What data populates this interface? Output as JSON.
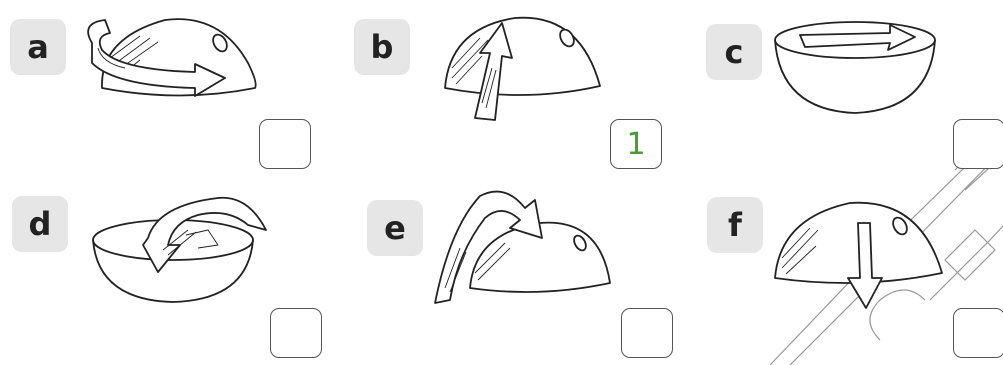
{
  "items": [
    {
      "label": "a",
      "answer": ""
    },
    {
      "label": "b",
      "answer": "1"
    },
    {
      "label": "c",
      "answer": ""
    },
    {
      "label": "d",
      "answer": ""
    },
    {
      "label": "e",
      "answer": ""
    },
    {
      "label": "f",
      "answer": ""
    }
  ],
  "colors": {
    "label_bg": "#e6e6e6",
    "answer_ink": "#4a9a3a",
    "line": "#222222"
  },
  "icons": [
    "dome-rotate-arrow-icon",
    "dome-up-arrow-icon",
    "bowl-arrow-icon",
    "bowl-flip-arrow-icon",
    "dome-flip-arrow-icon",
    "dome-down-arrow-icon"
  ]
}
